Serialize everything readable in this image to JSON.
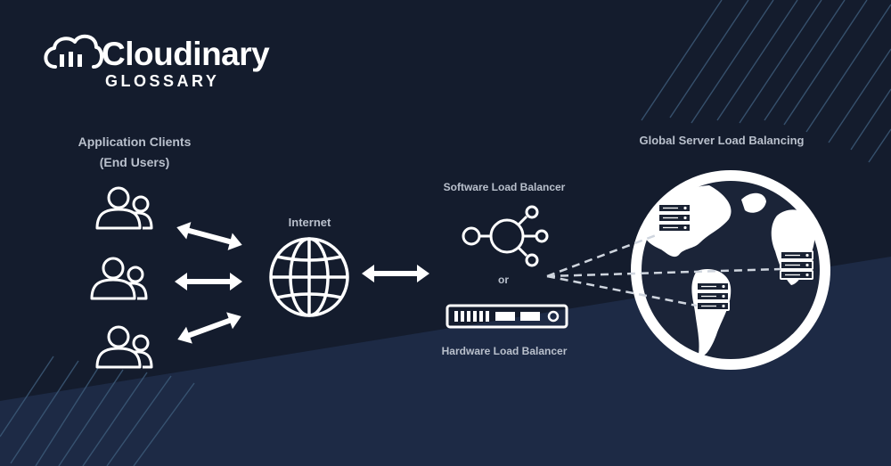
{
  "brand": {
    "name": "Cloudinary",
    "subtitle": "GLOSSARY",
    "logo_icon": "cloud-bars-logo-icon"
  },
  "diagram": {
    "clients": {
      "title": "Application Clients",
      "subtitle": "(End Users)",
      "icon": "users-icon",
      "count": 3
    },
    "internet": {
      "label": "Internet",
      "icon": "globe-grid-icon"
    },
    "software_lb": {
      "label": "Software Load Balancer",
      "icon": "hub-nodes-icon"
    },
    "separator": "or",
    "hardware_lb": {
      "label": "Hardware Load Balancer",
      "icon": "rack-server-icon"
    },
    "gslb": {
      "label": "Global Server Load Balancing",
      "icon": "earth-globe-icon",
      "servers": 3
    }
  },
  "colors": {
    "background_dark": "#141c2d",
    "background_light": "#1d2a45",
    "accent_stripes": "#3c5a78",
    "icon": "#ffffff",
    "label": "#b9c0cc"
  }
}
